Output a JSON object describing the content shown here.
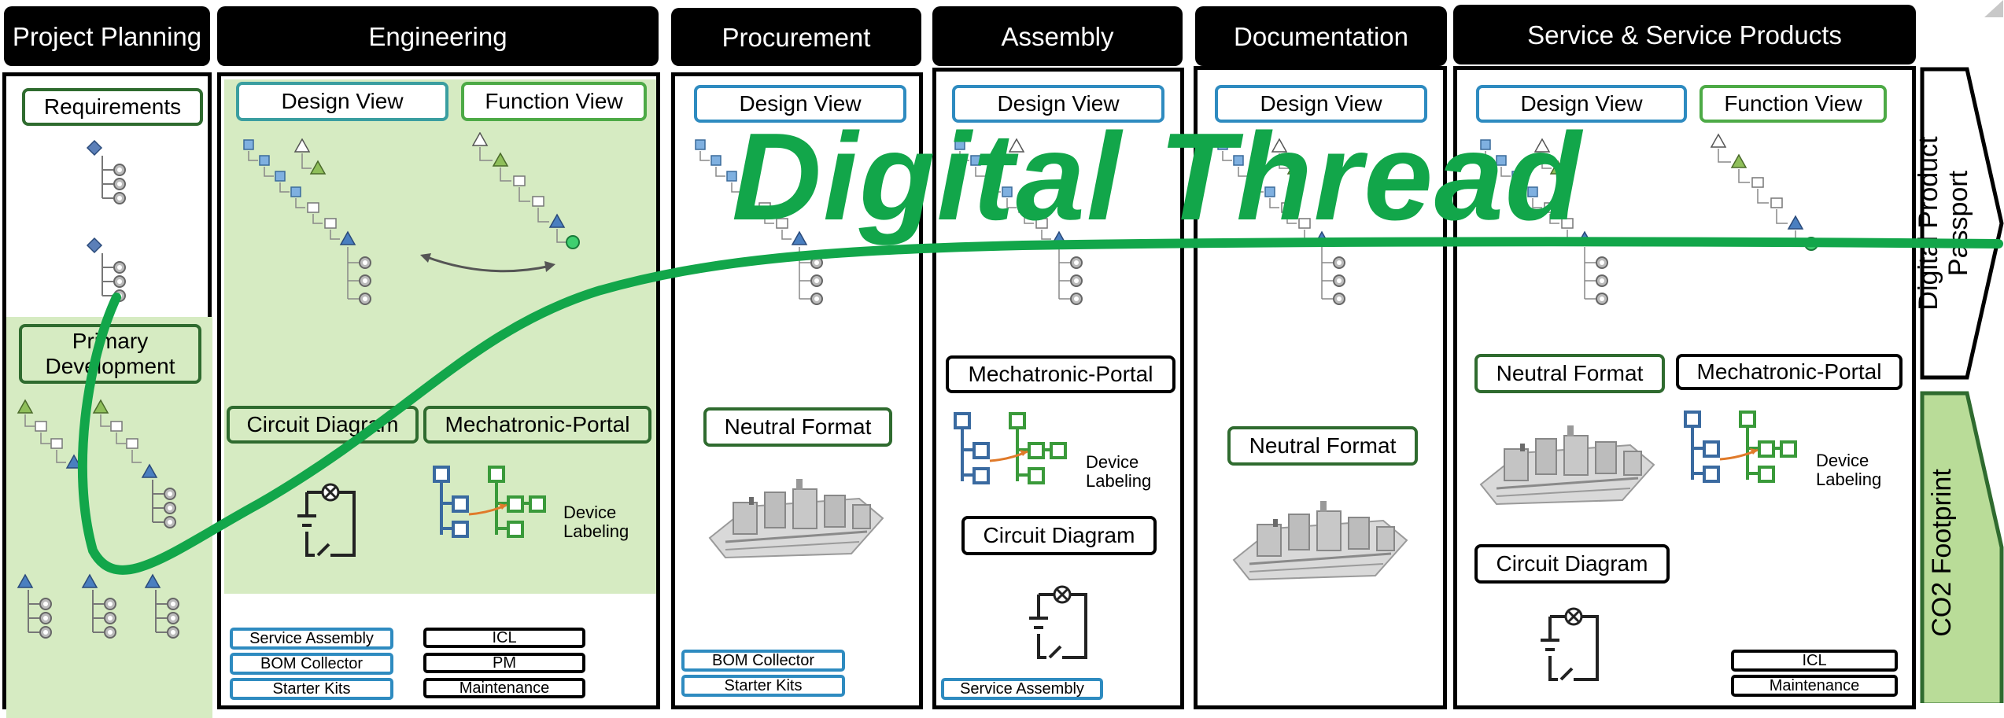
{
  "phases": [
    "Project Planning",
    "Engineering",
    "Procurement",
    "Assembly",
    "Documentation",
    "Service & Service Products"
  ],
  "planning": {
    "requirements": "Requirements",
    "primary_development": "Primary Development"
  },
  "engineering": {
    "design_view": "Design View",
    "function_view": "Function View",
    "circuit_diagram": "Circuit Diagram",
    "mechatronic_portal": "Mechatronic-Portal",
    "device_labeling": "Device Labeling",
    "chips_left": [
      "Service Assembly",
      "BOM Collector",
      "Starter Kits"
    ],
    "chips_right": [
      "ICL",
      "PM",
      "Maintenance"
    ]
  },
  "procurement": {
    "design_view": "Design View",
    "neutral_format": "Neutral Format",
    "chips": [
      "BOM Collector",
      "Starter Kits"
    ]
  },
  "assembly": {
    "design_view": "Design View",
    "mechatronic_portal": "Mechatronic-Portal",
    "device_labeling": "Device Labeling",
    "circuit_diagram": "Circuit Diagram",
    "chips": [
      "Service Assembly"
    ]
  },
  "documentation": {
    "design_view": "Design View",
    "neutral_format": "Neutral Format"
  },
  "service": {
    "design_view": "Design View",
    "function_view": "Function View",
    "neutral_format": "Neutral Format",
    "mechatronic_portal": "Mechatronic-Portal",
    "device_labeling": "Device Labeling",
    "circuit_diagram": "Circuit Diagram",
    "chips": [
      "ICL",
      "Maintenance"
    ]
  },
  "side": {
    "digital_product_passport": "Digital Product Passport",
    "co2_footprint": "CO2 Footprint"
  },
  "overlay_title": "Digital Thread",
  "colors": {
    "thread_green": "#12a64a",
    "panel_green": "#d6ebc2",
    "border_blue": "#2e8bc0",
    "border_green": "#2f6b2f"
  }
}
